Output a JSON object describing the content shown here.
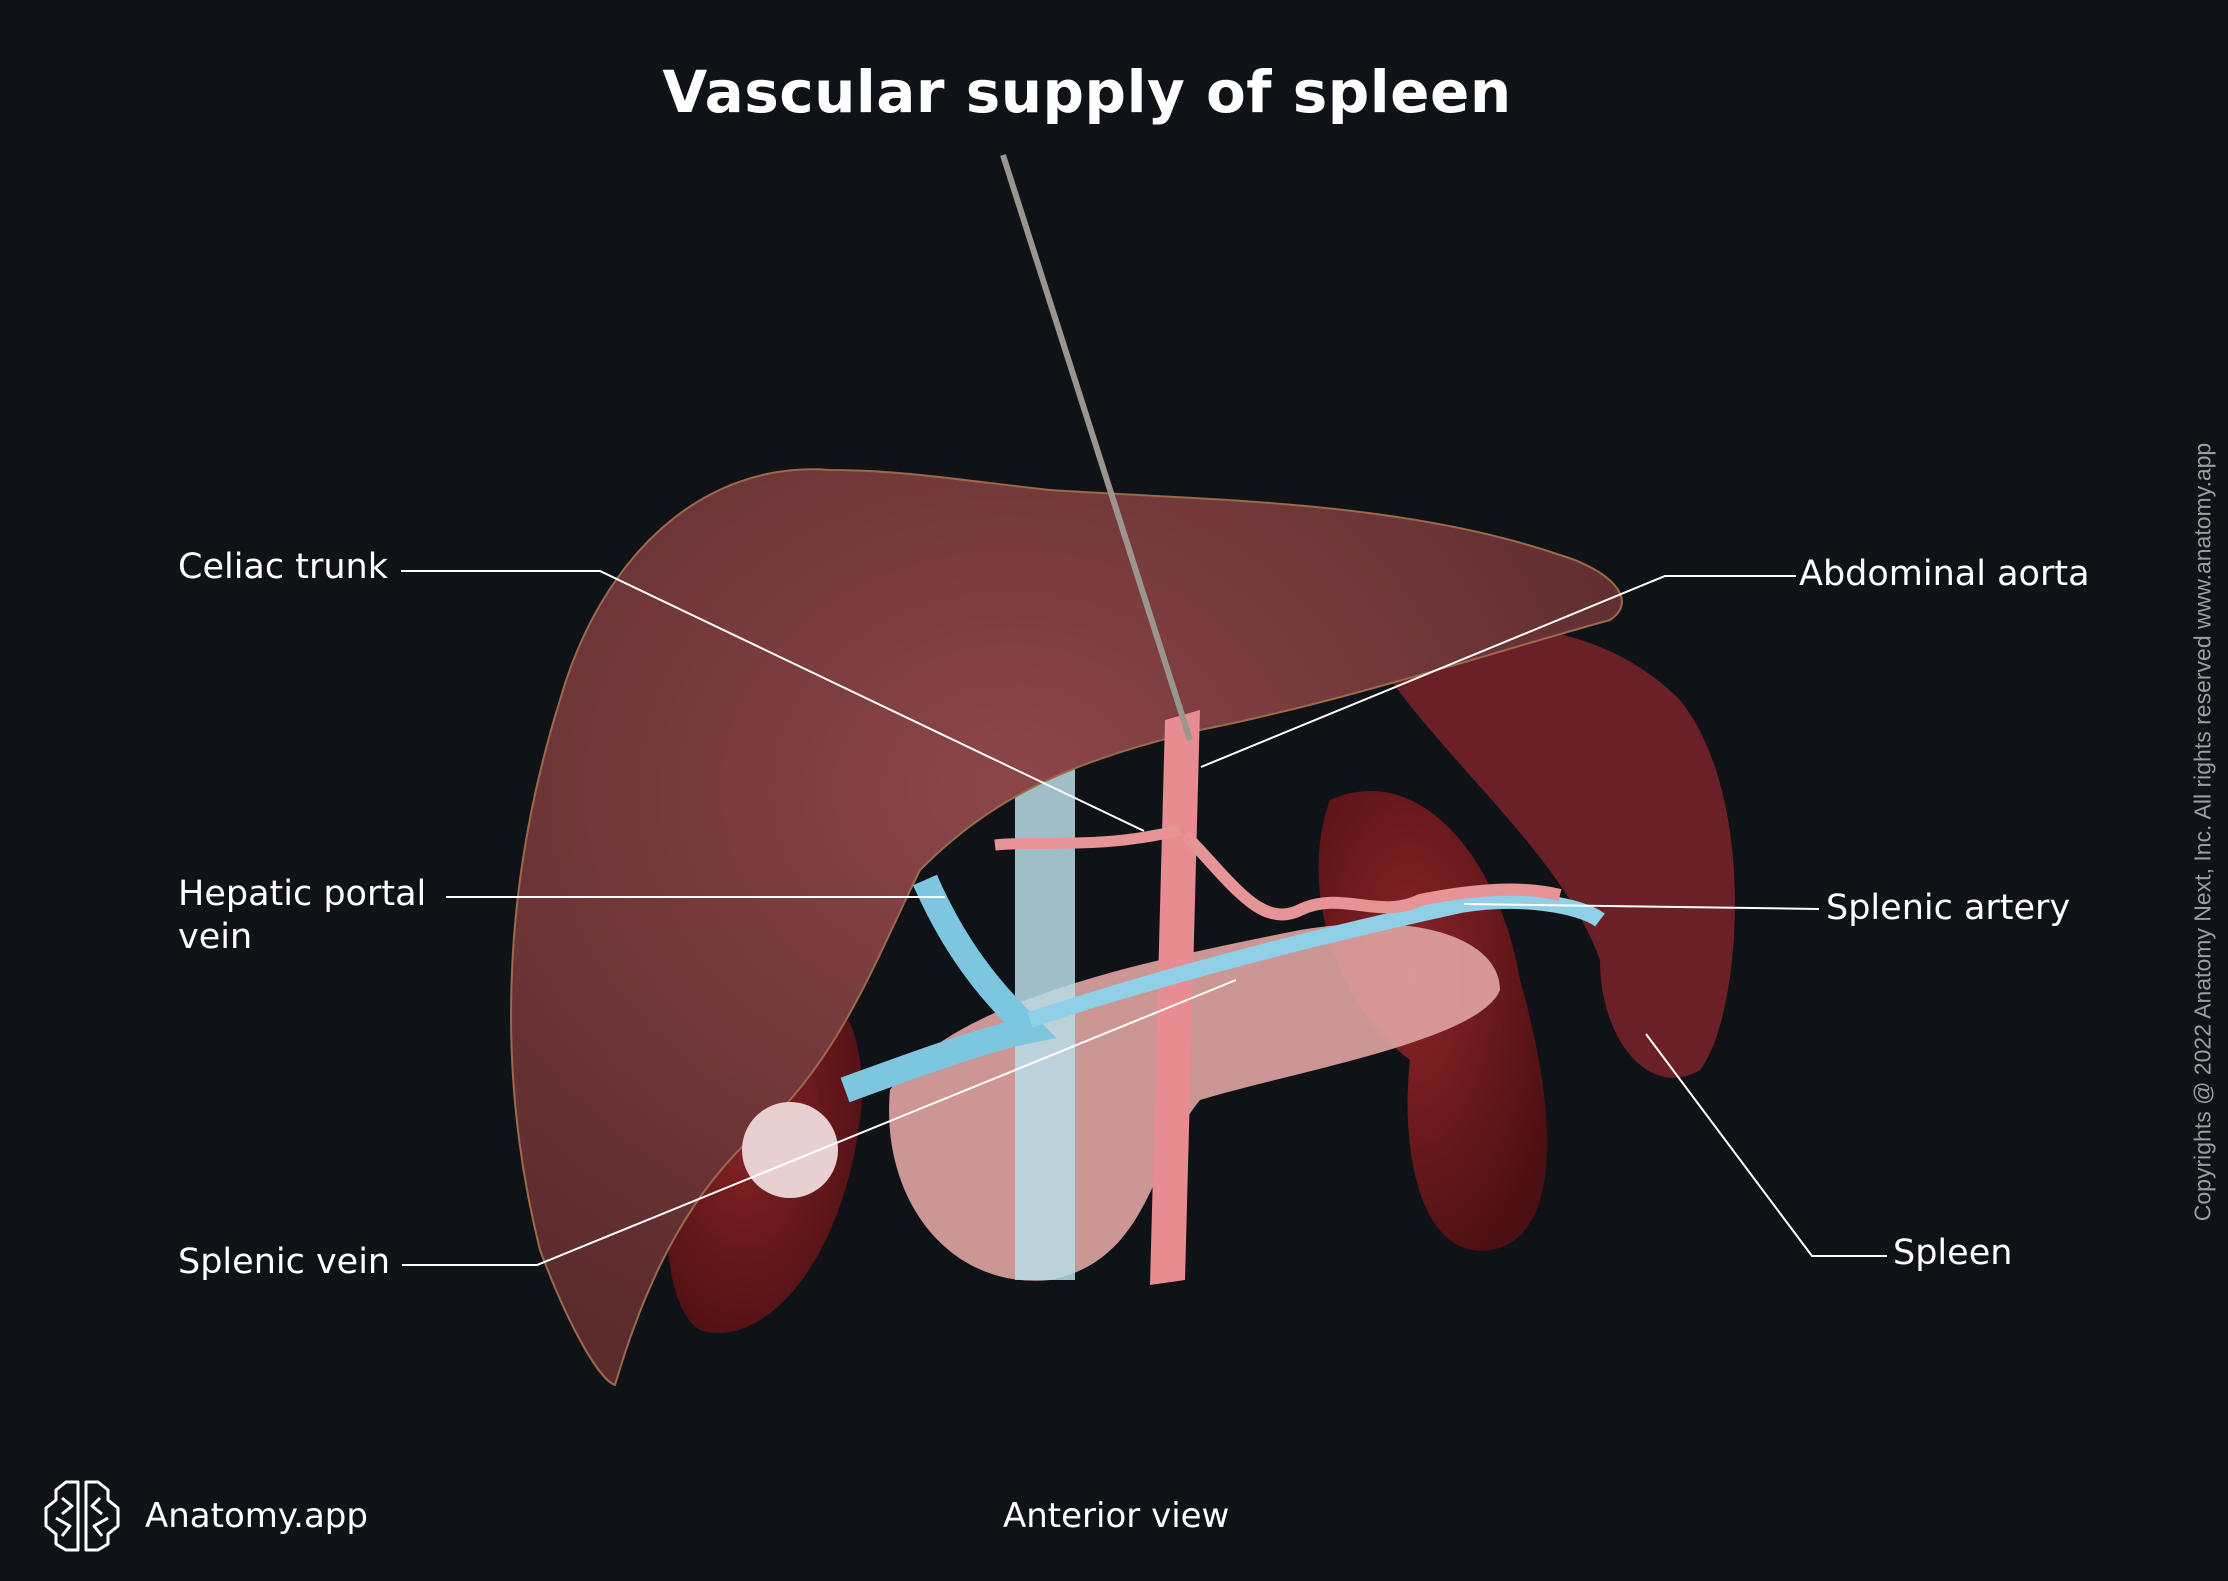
{
  "title": "Vascular supply of spleen",
  "labels": {
    "celiac_trunk": "Celiac trunk",
    "abdominal_aorta": "Abdominal aorta",
    "hepatic_portal_vein_1": "Hepatic portal",
    "hepatic_portal_vein_2": "vein",
    "splenic_artery": "Splenic artery",
    "splenic_vein": "Splenic vein",
    "spleen": "Spleen"
  },
  "view": "Anterior view",
  "brand": {
    "name": "Anatomy.app",
    "icon": "brain-logo-icon"
  },
  "copyright": "Copyrights @ 2022 Anatomy Next, Inc. All rights reserved www.anatomy.app",
  "colors": {
    "background": "#0f1318",
    "liver": "#7a3a3c",
    "artery": "#e08a8c",
    "vein": "#7cc6df",
    "kidney": "#6e1a1e",
    "leader": "#ffffff"
  }
}
